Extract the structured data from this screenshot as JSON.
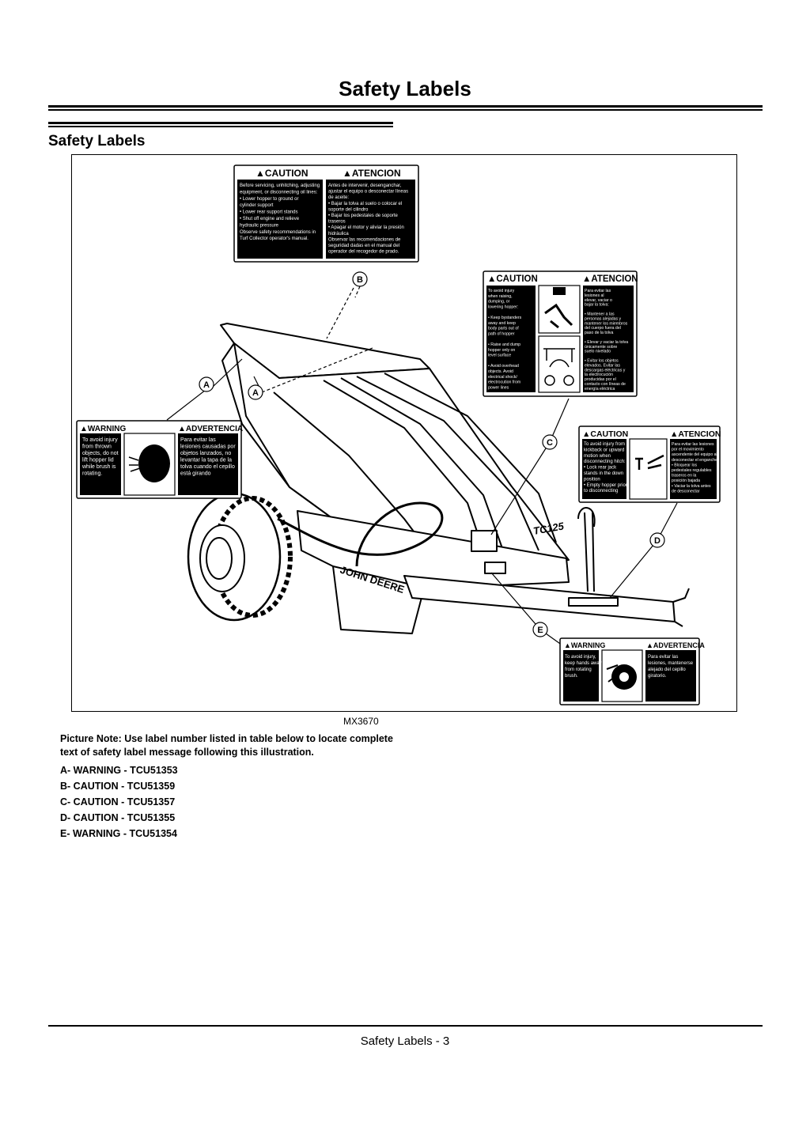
{
  "page": {
    "title": "Safety Labels",
    "section_title": "Safety Labels",
    "figure_id": "MX3670",
    "picture_note": "Picture Note: Use label number listed in table below to locate complete text of safety label message following this illustration.",
    "labels": [
      "A- WARNING - TCU51353",
      "B- CAUTION - TCU51359",
      "C- CAUTION - TCU51357",
      "D- CAUTION - TCU51355",
      "E- WARNING - TCU51354"
    ],
    "footer": "Safety Labels - 3"
  },
  "figure": {
    "callouts": {
      "a1": "A",
      "a2": "A",
      "b": "B",
      "c": "C",
      "d": "D",
      "e": "E"
    },
    "machine_text": {
      "brand": "JOHN DEERE",
      "model": "TC125"
    },
    "label_b": {
      "left_head": "▲CAUTION",
      "right_head": "▲ATENCION",
      "left_lines": [
        "Before servicing, unhitching, adjusting",
        "equipment, or disconnecting oil lines:",
        "• Lower hopper to ground or",
        "  cylinder support",
        "• Lower rear support stands",
        "• Shut off engine and relieve",
        "  hydraulic pressure",
        "Observe safety recommendations in",
        "Turf Collector operator's manual."
      ],
      "right_lines": [
        "Antes de intervenir, desenganchar,",
        "ajustar el equipo o desconectar líneas",
        "de aceite:",
        "• Bajar la tolva al suelo o colocar el",
        "  soporte del cilindro",
        "• Bajar los pedestales de soporte",
        "  traseros",
        "• Apagar el motor y aliviar la presión",
        "  hidráulica",
        "Observar las recomendaciones de",
        "seguridad dadas en el manual del",
        "operador del recogedor de prado."
      ]
    },
    "label_c": {
      "left_head": "▲CAUTION",
      "right_head": "▲ATENCION",
      "left_lines": [
        "To avoid injury",
        "when raising,",
        "dumping, or",
        "lowering hopper:",
        "",
        "• Keep bystanders",
        "  away and keep",
        "  body parts out of",
        "  path of hopper",
        "",
        "• Raise and dump",
        "  hopper only on",
        "  level surface",
        "",
        "• Avoid overhead",
        "  objects. Avoid",
        "  electrical shock/",
        "  electrocution from",
        "  power lines"
      ],
      "right_lines": [
        "Para evitar las",
        "lesiones al",
        "elevar, vaciar o",
        "bajar la tolva:",
        "",
        "• Mantener a las",
        "  personas alejadas y",
        "  mantener los miembros",
        "  del cuerpo fuera del",
        "  paso de la tolva",
        "",
        "• Elevar y vaciar la tolva",
        "  únicamente sobre",
        "  suelo nivelado",
        "",
        "• Evitar los objetos",
        "  elevados. Evitar las",
        "  descargas eléctricas y",
        "  la electrocución",
        "  producidas por el",
        "  contacto con líneas de",
        "  energía eléctrica"
      ]
    },
    "label_a": {
      "left_head": "▲WARNING",
      "right_head": "▲ADVERTENCIA",
      "left_lines": [
        "To avoid injury",
        "from thrown",
        "objects, do not",
        "lift hopper lid",
        "while brush is",
        "rotating."
      ],
      "right_lines": [
        "Para evitar las",
        "lesiones causadas por",
        "objetos lanzados, no",
        "levantar la tapa de la",
        "tolva cuando el cepillo",
        "está girando"
      ]
    },
    "label_d": {
      "left_head": "▲CAUTION",
      "right_head": "▲ATENCION",
      "left_lines": [
        "To avoid injury from",
        "kickback or upward",
        "motion when",
        "disconnecting hitch:",
        "• Lock rear jack",
        "  stands in the down",
        "  position",
        "• Empty hopper prior",
        "  to disconnecting"
      ],
      "right_lines": [
        "Para evitar las lesiones",
        "por el movimiento",
        "ascendente del equipo al",
        "desconectar el enganche:",
        "• Bloquear los",
        "  pedestales regulables",
        "  traseros en la",
        "  posición bajada",
        "• Vaciar la tolva antes",
        "  de desconectar"
      ]
    },
    "label_e": {
      "left_head": "▲WARNING",
      "right_head": "▲ADVERTENCIA",
      "left_lines": [
        "To avoid injury,",
        "keep hands away",
        "from rotating",
        "brush."
      ],
      "right_lines": [
        "Para evitar las",
        "lesiones, mantenerse",
        "alejado del cepillo",
        "giratorio."
      ]
    }
  }
}
